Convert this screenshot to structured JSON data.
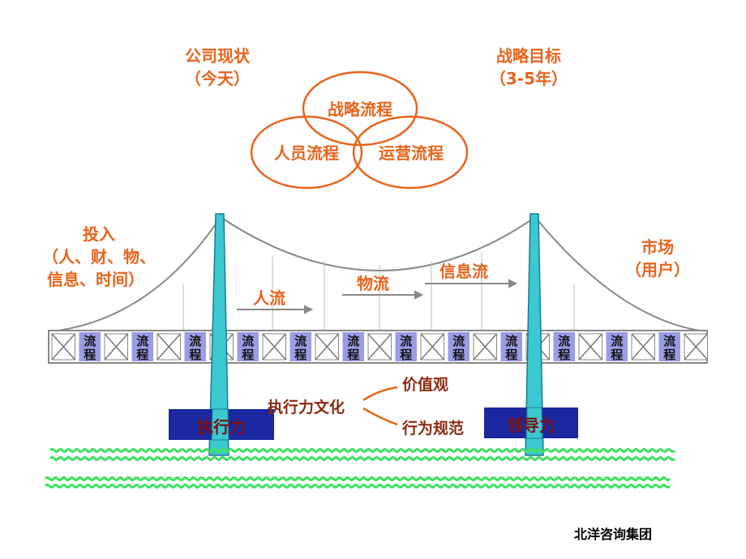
{
  "current_state": {
    "title": "公司现状",
    "sub": "（今天）"
  },
  "strategic_goal": {
    "title": "战略目标",
    "sub": "（3-5年）"
  },
  "venn": {
    "top": "战略流程",
    "left": "人员流程",
    "right": "运营流程"
  },
  "input": {
    "line1": "投入",
    "line2": "（人、财、物、",
    "line3": "信息、时间）"
  },
  "market": {
    "line1": "市场",
    "line2": "（用户）"
  },
  "flows": {
    "people": "人流",
    "material": "物流",
    "info": "信息流"
  },
  "process_cell": {
    "top": "流",
    "bottom": "程"
  },
  "execution": "执行力",
  "leadership": "领导力",
  "culture": {
    "center": "执行力文化",
    "upper": "价值观",
    "lower": "行为规范"
  },
  "footer": "北洋咨询集团",
  "colors": {
    "accent": "#e8641c",
    "tower": "#3cc8d0",
    "box": "#1c28a0",
    "box_text": "#7a1010",
    "process_cell": "#9a9ce6",
    "wave": "#40e060"
  }
}
